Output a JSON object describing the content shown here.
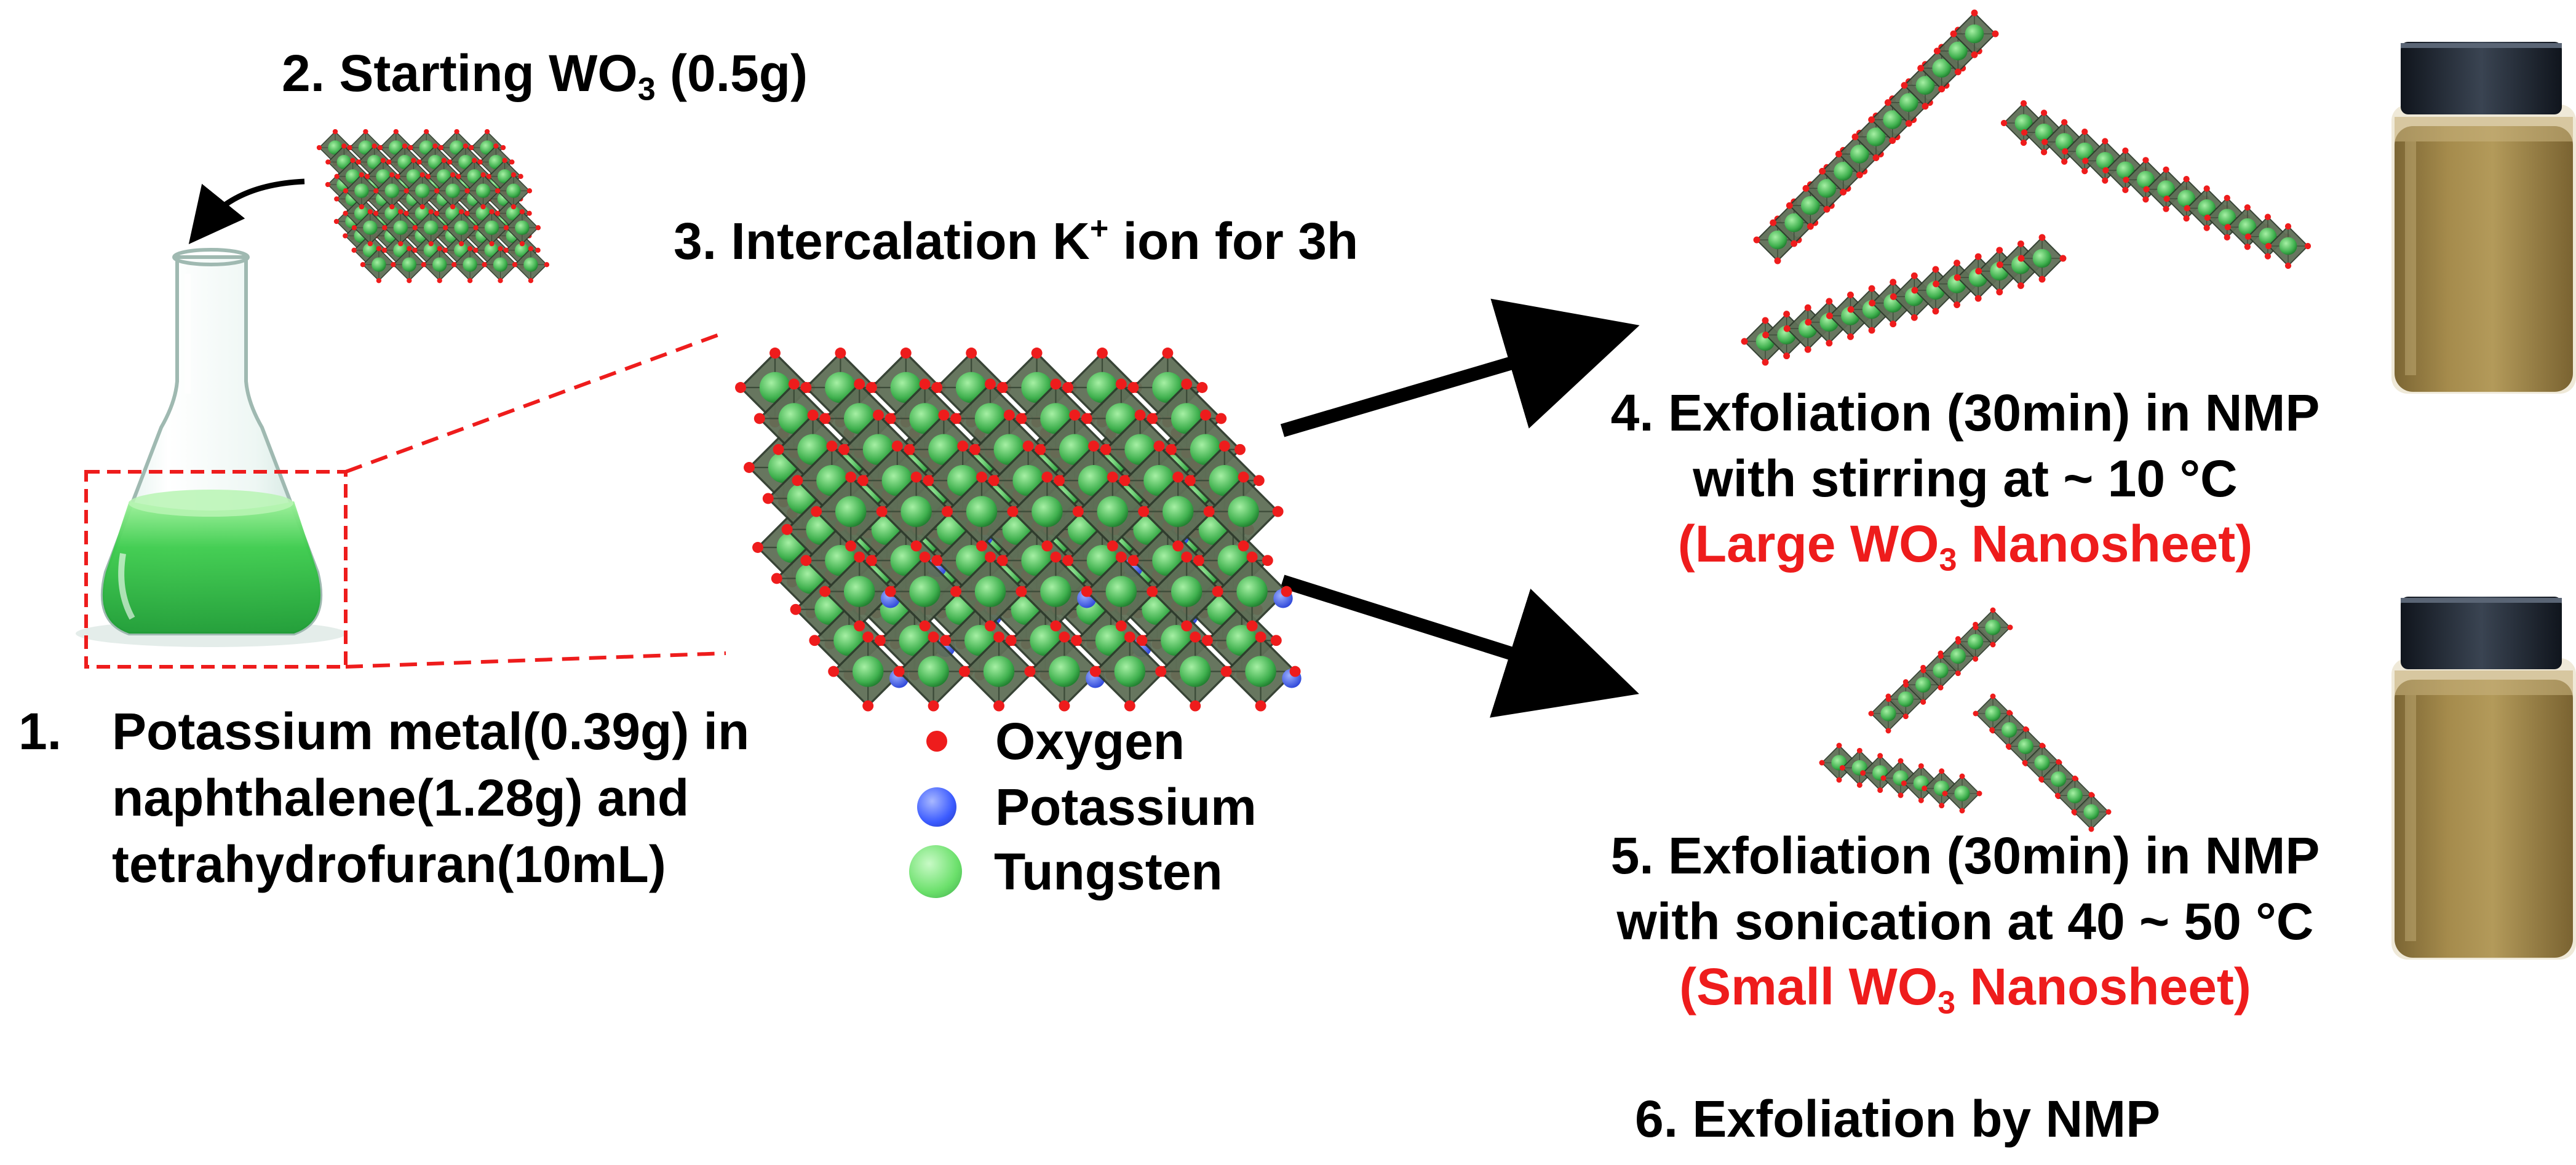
{
  "step2": {
    "prefix": "2. Starting WO",
    "sub": "3",
    "suffix": " (0.5g)"
  },
  "step3": {
    "prefix": "3. Intercalation K",
    "sup": "+",
    "suffix": " ion for 3h"
  },
  "step1": {
    "number": "1.",
    "line1": "Potassium metal(0.39g) in",
    "line2": "naphthalene(1.28g) and",
    "line3": "tetrahydrofuran(10mL)"
  },
  "legend": [
    {
      "label": "Oxygen",
      "color": "#ee1c1c"
    },
    {
      "label": "Potassium",
      "color": "#3b5bff"
    },
    {
      "label": "Tungsten",
      "color": "#6be06b"
    }
  ],
  "step4": {
    "line1": "4. Exfoliation (30min) in NMP",
    "line2": "with stirring at ~ 10 °C",
    "red_prefix": "(Large WO",
    "red_sub": "3",
    "red_suffix": " Nanosheet)"
  },
  "step5": {
    "line1": "5. Exfoliation (30min) in NMP",
    "line2": "with sonication at 40 ~ 50 °C",
    "red_prefix": "(Small WO",
    "red_sub": "3",
    "red_suffix": " Nanosheet)"
  },
  "step6": {
    "label": "6. Exfoliation by NMP"
  },
  "colors": {
    "label_red": "#ee1c1c",
    "flask_liquid": "#35c24b",
    "octahedra": "#6a7a5e",
    "vial_liquid": "#9d8447",
    "vial_cap": "#1c2330"
  }
}
